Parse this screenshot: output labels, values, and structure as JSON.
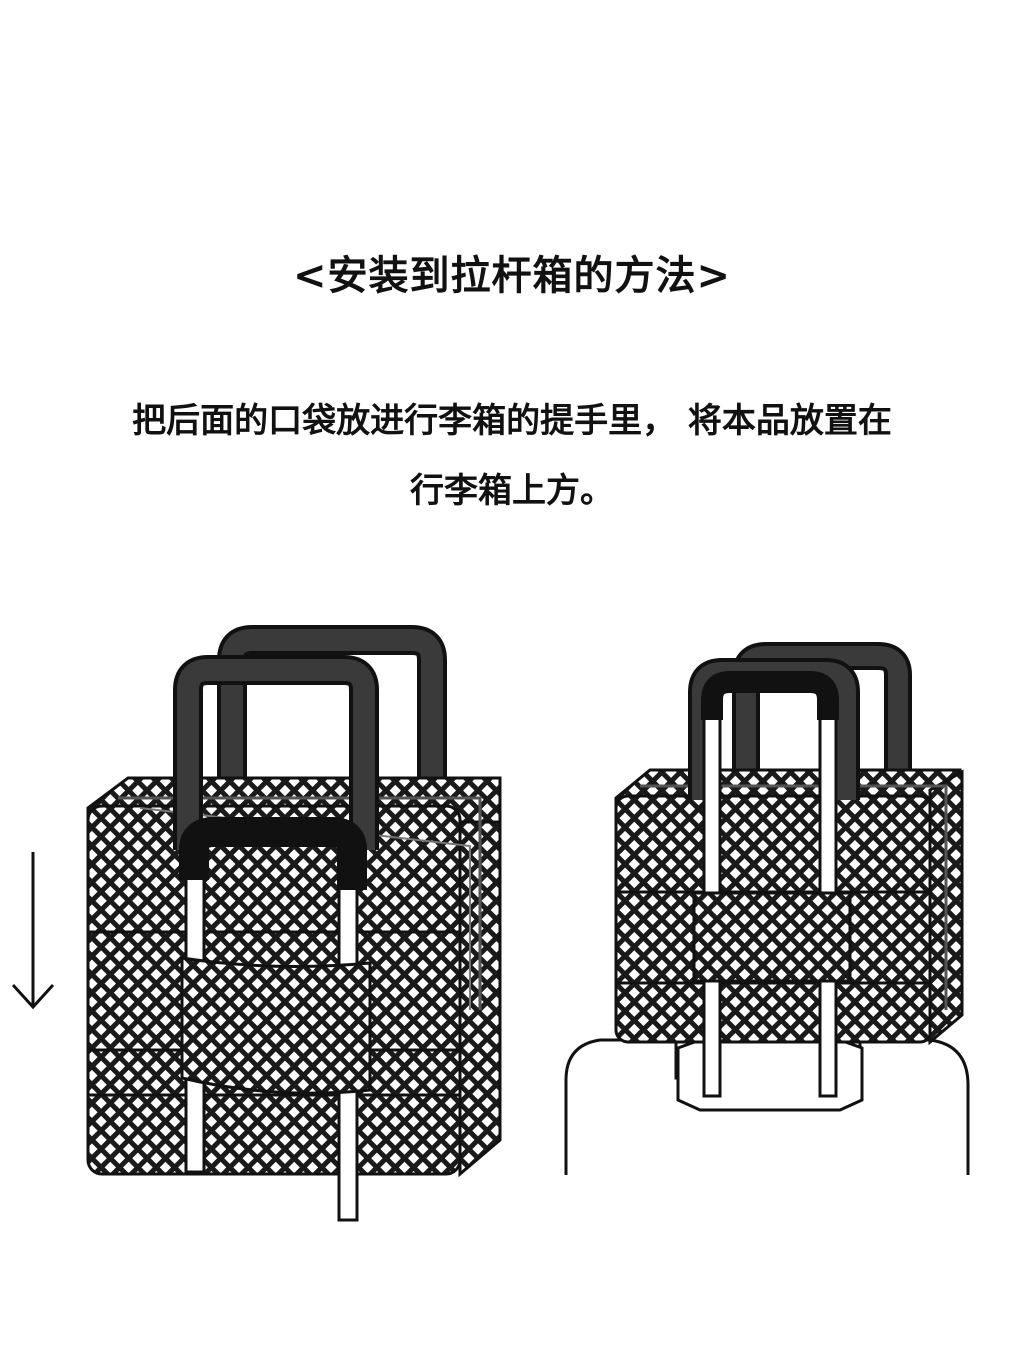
{
  "heading": "<安装到拉杆箱的方法>",
  "instruction": {
    "line1": "把后面的口袋放进行李箱的提手里， 将本品放置在",
    "line2": "行李箱上方。"
  },
  "illustration": {
    "diamond_pattern_color": "#1a1a1a",
    "outline_color": "#111111",
    "handle_color": "#2b2b2b"
  }
}
